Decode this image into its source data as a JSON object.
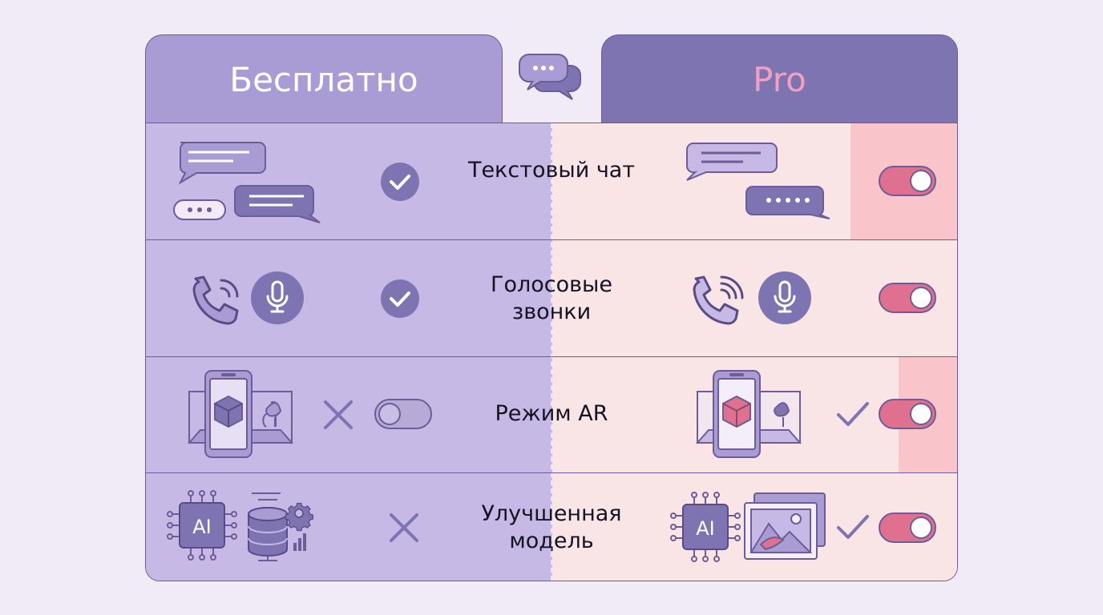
{
  "plans": {
    "free": {
      "label": "Бесплатно"
    },
    "pro": {
      "label": "Pro"
    }
  },
  "features": [
    {
      "label_lines": [
        "Текстовый чат"
      ],
      "free": "check",
      "pro": "toggle-on"
    },
    {
      "label_lines": [
        "Голосовые",
        "звонки"
      ],
      "free": "check",
      "pro": "toggle-on"
    },
    {
      "label_lines": [
        "Режим AR"
      ],
      "free": "cross + toggle-off",
      "pro": "check + toggle-on"
    },
    {
      "label_lines": [
        "Улучшенная",
        "модель"
      ],
      "free": "cross",
      "pro": "check + toggle-on"
    }
  ],
  "icons": {
    "header": "chat-bubbles-icon",
    "text_chat": "message-bubbles-icon",
    "voice_calls": [
      "phone-icon",
      "microphone-icon"
    ],
    "ar_mode": "phone-ar-cube-icon",
    "ai_model_free": [
      "ai-chip-icon",
      "database-icon",
      "gear-icon"
    ],
    "ai_model_pro": [
      "ai-chip-icon",
      "image-gallery-icon"
    ]
  },
  "colors": {
    "free_header": "#a99bd4",
    "pro_header": "#7f74b2",
    "free_column": "#c6b9e5",
    "pro_column": "#f9e4e6",
    "pro_label": "#f2a0bf",
    "toggle_on": "#e0708f",
    "outline": "#6d5c98"
  }
}
